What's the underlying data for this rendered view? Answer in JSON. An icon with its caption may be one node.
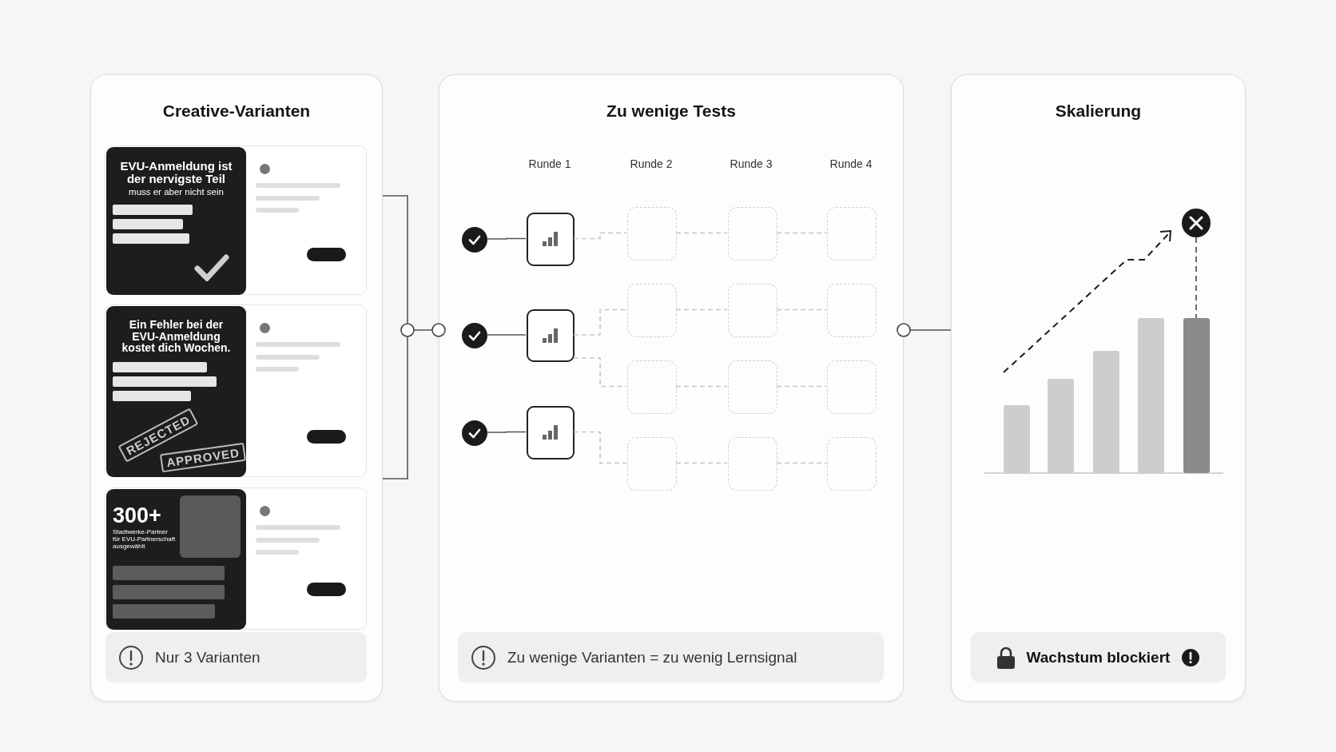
{
  "diagram": {
    "nodes": [
      {
        "text": [
          "Creative-Varianten"
        ]
      },
      {
        "text": [
          "EVU-Anmeldung ist der nervigste Teil",
          "muss er aber nicht sein"
        ],
        "in": 0
      },
      {
        "text": [
          "Ein Fehler bei der EVU-Anmeldung kostet dich Wochen.",
          "REJECTED",
          "APPROVED"
        ],
        "in": 0
      },
      {
        "text": [
          "300+",
          "Stadtwerke-Partner für EVU-Partnerschaft ausgewählt"
        ],
        "in": 0
      },
      {
        "text": [
          "Nur 3 Varianten"
        ],
        "in": 0
      },
      {
        "text": [
          "Zu wenige Tests"
        ]
      },
      {
        "text": [],
        "shape": "circle",
        "in": 5
      },
      {
        "text": [],
        "shape": "circle",
        "in": 5
      },
      {
        "text": [],
        "shape": "circle",
        "in": 5
      },
      {
        "text": [],
        "shape": "box",
        "in": 5
      },
      {
        "text": [],
        "shape": "box",
        "in": 5
      },
      {
        "text": [],
        "shape": "box",
        "in": 5
      },
      {
        "text": [],
        "shape": "box",
        "in": 5
      },
      {
        "text": [],
        "shape": "box",
        "in": 5
      },
      {
        "text": [],
        "shape": "box",
        "in": 5
      },
      {
        "text": [],
        "shape": "box",
        "in": 5
      },
      {
        "text": [],
        "shape": "box",
        "in": 5
      },
      {
        "text": [],
        "shape": "box",
        "in": 5
      },
      {
        "text": [],
        "shape": "box",
        "in": 5
      },
      {
        "text": [],
        "shape": "box",
        "in": 5
      },
      {
        "text": [],
        "shape": "box",
        "in": 5
      },
      {
        "text": [],
        "shape": "box",
        "in": 5
      },
      {
        "text": [],
        "shape": "box",
        "in": 5
      },
      {
        "text": [],
        "shape": "box",
        "in": 5
      },
      {
        "text": [
          "Zu wenige Varianten = zu wenig Lernsignal"
        ],
        "in": 5
      },
      {
        "text": [
          "Skalierung"
        ]
      },
      {
        "text": [
          "Wachstum blockiert"
        ],
        "in": 25
      }
    ],
    "edges": [
      {
        "from": 0,
        "to": 5,
        "arrow": "none",
        "color": "#555555"
      },
      {
        "from": 5,
        "to": 25,
        "arrow": "none",
        "color": "#555555"
      },
      {
        "from": 6,
        "to": 9,
        "arrow": "none",
        "color": "#555555"
      },
      {
        "from": 7,
        "to": 10,
        "arrow": "none",
        "color": "#555555"
      },
      {
        "from": 8,
        "to": 11,
        "arrow": "none",
        "color": "#555555"
      },
      {
        "from": 9,
        "to": 12,
        "arrow": "none",
        "style": "dashed"
      },
      {
        "from": 10,
        "to": 15,
        "arrow": "none",
        "style": "dashed"
      },
      {
        "from": 10,
        "to": 18,
        "arrow": "none",
        "style": "dashed"
      },
      {
        "from": 11,
        "to": 21,
        "arrow": "none",
        "style": "dashed"
      },
      {
        "from": 12,
        "to": 13,
        "arrow": "none",
        "style": "dashed"
      },
      {
        "from": 13,
        "to": 14,
        "arrow": "none",
        "style": "dashed"
      },
      {
        "from": 15,
        "to": 16,
        "arrow": "none",
        "style": "dashed"
      },
      {
        "from": 16,
        "to": 17,
        "arrow": "none",
        "style": "dashed"
      },
      {
        "from": 18,
        "to": 19,
        "arrow": "none",
        "style": "dashed"
      },
      {
        "from": 19,
        "to": 20,
        "arrow": "none",
        "style": "dashed"
      },
      {
        "from": 21,
        "to": 22,
        "arrow": "none",
        "style": "dashed"
      },
      {
        "from": 22,
        "to": 23,
        "arrow": "none",
        "style": "dashed"
      }
    ],
    "labels": [
      "Runde 1",
      "Runde 2",
      "Runde 3",
      "Runde 4"
    ]
  }
}
